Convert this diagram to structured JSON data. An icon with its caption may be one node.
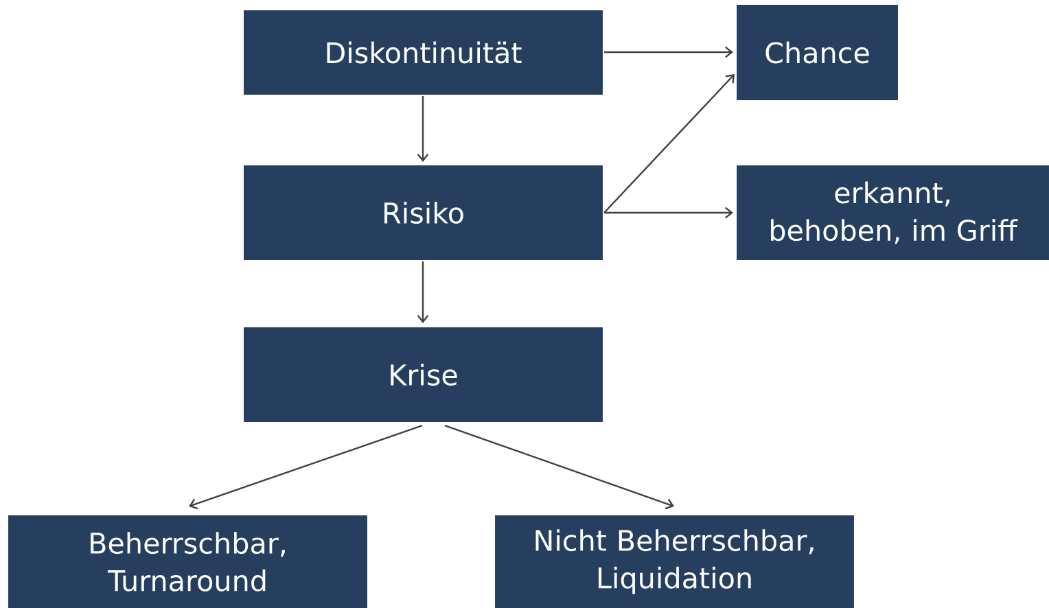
{
  "diagram": {
    "nodes": [
      {
        "text": [
          "Diskontinuität"
        ]
      },
      {
        "text": [
          "Chance"
        ]
      },
      {
        "text": [
          "Risiko"
        ]
      },
      {
        "text": [
          "erkannt, behoben, im Griff"
        ]
      },
      {
        "text": [
          "Krise"
        ]
      },
      {
        "text": [
          "Beherrschbar, Turnaround"
        ]
      },
      {
        "text": [
          "Nicht Beherrschbar, Liquidation"
        ]
      }
    ],
    "edges": [
      {
        "from": 0,
        "to": 1,
        "arrow": "to"
      },
      {
        "from": 0,
        "to": 2,
        "arrow": "to"
      },
      {
        "from": 2,
        "to": 1,
        "arrow": "to"
      },
      {
        "from": 2,
        "to": 3,
        "arrow": "to"
      },
      {
        "from": 2,
        "to": 4,
        "arrow": "to"
      },
      {
        "from": 4,
        "to": 5,
        "arrow": "to"
      },
      {
        "from": 4,
        "to": 6,
        "arrow": "to"
      }
    ]
  }
}
